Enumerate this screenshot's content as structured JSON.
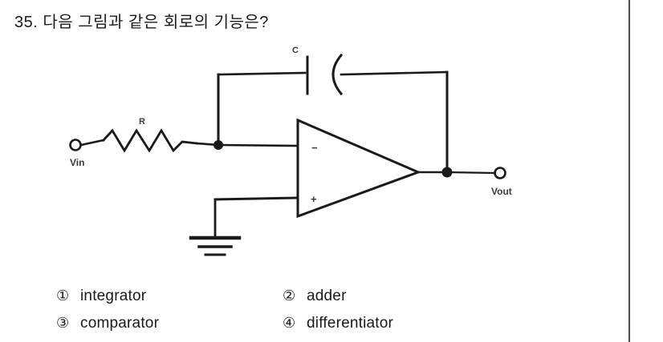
{
  "question": {
    "number": "35.",
    "text": "다음 그림과 같은 회로의 기능은?",
    "full_title": "35.  다음  그림과  같은  회로의  기능은?"
  },
  "figure": {
    "type": "op-amp-circuit",
    "description": "Inverting operational amplifier with input resistor R and feedback capacitor C, non-inverting input tied to ground",
    "labels": {
      "input_terminal": "Vin",
      "output_terminal": "Vout",
      "resistor": "R",
      "capacitor": "C",
      "inverting_input": "−",
      "noninverting_input": "+"
    },
    "ink_color": "#1a1a1a"
  },
  "options": [
    {
      "number": "①",
      "label": "integrator"
    },
    {
      "number": "②",
      "label": "adder"
    },
    {
      "number": "③",
      "label": "comparator"
    },
    {
      "number": "④",
      "label": "differentiator"
    }
  ],
  "colors": {
    "background": "#ffffff",
    "text": "#1a1a1a",
    "divider": "#4a4a4a"
  }
}
